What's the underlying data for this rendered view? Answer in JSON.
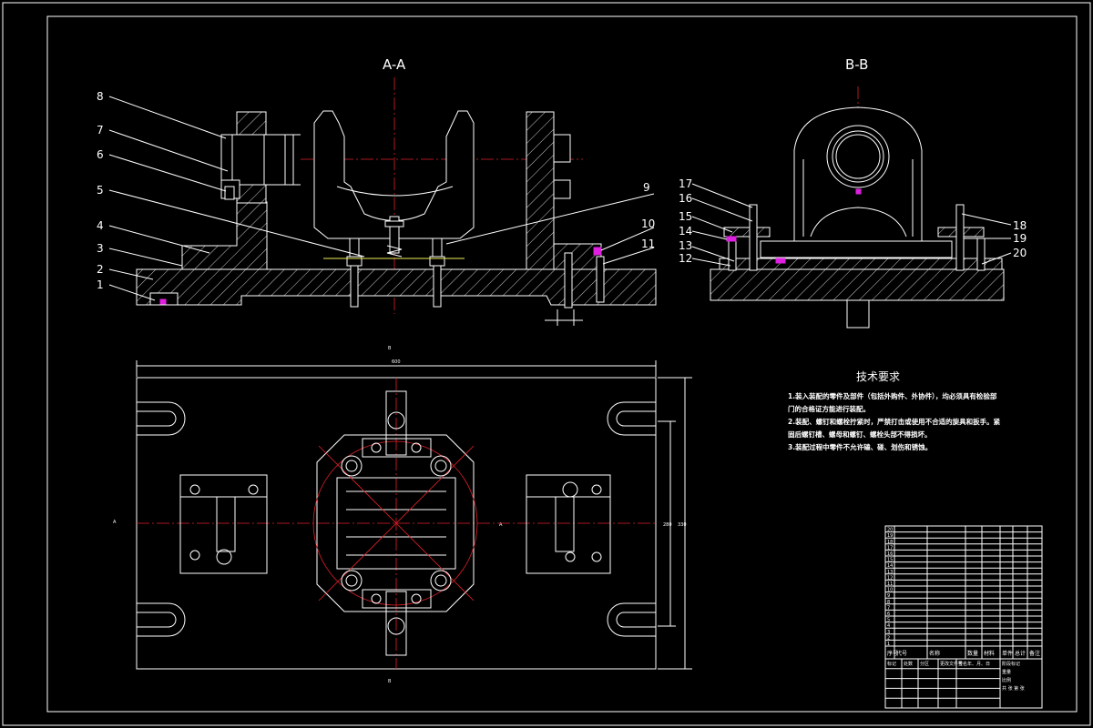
{
  "views": {
    "section_aa": "A-A",
    "section_bb": "B-B"
  },
  "left_balloons": [
    "8",
    "7",
    "6",
    "5",
    "4",
    "3",
    "2",
    "1"
  ],
  "right_balloon_9": "9",
  "right_balloons_10_11": [
    "10",
    "11"
  ],
  "bb_left_balloons": [
    "17",
    "16",
    "15",
    "14",
    "13",
    "12"
  ],
  "bb_right_balloons": [
    "18",
    "19",
    "20"
  ],
  "plan": {
    "overall_dim": "600",
    "height_dim_inner": "280",
    "height_dim_outer": "330",
    "label_a_left": "A",
    "label_a_right": "A",
    "label_b_top": "B",
    "label_b_bottom": "B"
  },
  "tech": {
    "title": "技术要求",
    "lines": [
      "1.装入装配的零件及部件（包括外购件、外协件），均必须具有检验部",
      "门的合格证方能进行装配。",
      "2.装配、螺钉和螺栓拧紧时，严禁打击或使用不合适的旋具和扳手。紧",
      "固后螺钉槽、螺母和螺钉、螺栓头部不得损坏。",
      "3.装配过程中零件不允许磕、碰、划伤和锈蚀。"
    ]
  },
  "table": {
    "header": [
      "序号",
      "代号",
      "名称",
      "数量",
      "材料",
      "单件",
      "总计",
      "备注"
    ],
    "row_numbers": [
      "20",
      "19",
      "18",
      "17",
      "16",
      "15",
      "14",
      "13",
      "12",
      "11",
      "10",
      "9",
      "8",
      "7",
      "6",
      "5",
      "4",
      "3",
      "2",
      "1"
    ],
    "title_block": [
      "标记",
      "处数",
      "分区",
      "更改文件号",
      "签名",
      "年、月、日",
      "阶段标记",
      "重量",
      "比例",
      "共 张 第 张"
    ]
  }
}
